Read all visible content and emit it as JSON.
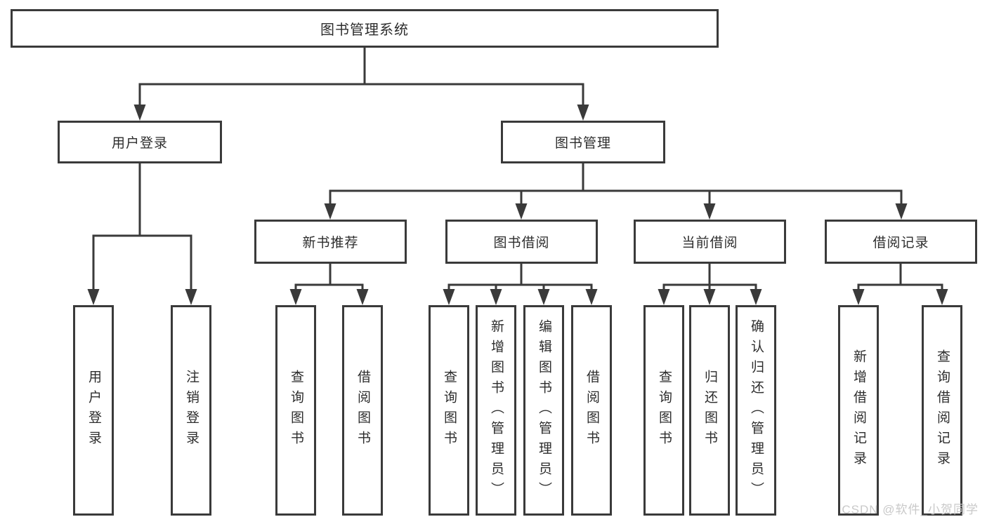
{
  "diagram_title": "图书管理系统",
  "tree": {
    "root": {
      "label": "图书管理系统",
      "children": [
        {
          "label": "用户登录",
          "children": [
            {
              "label": "用户登录"
            },
            {
              "label": "注销登录"
            }
          ]
        },
        {
          "label": "图书管理",
          "children": [
            {
              "label": "新书推荐",
              "children": [
                {
                  "label": "查询图书"
                },
                {
                  "label": "借阅图书"
                }
              ]
            },
            {
              "label": "图书借阅",
              "children": [
                {
                  "label": "查询图书"
                },
                {
                  "label": "新增图书（管理员）"
                },
                {
                  "label": "编辑图书（管理员）"
                },
                {
                  "label": "借阅图书"
                }
              ]
            },
            {
              "label": "当前借阅",
              "children": [
                {
                  "label": "查询图书"
                },
                {
                  "label": "归还图书"
                },
                {
                  "label": "确认归还（管理员）"
                }
              ]
            },
            {
              "label": "借阅记录",
              "children": [
                {
                  "label": "新增借阅记录"
                },
                {
                  "label": "查询借阅记录"
                }
              ]
            }
          ]
        }
      ]
    }
  },
  "watermark": {
    "text": "CSDN @软件_小贺同学"
  },
  "colors": {
    "line": "#3a3a3a",
    "box_border": "#3a3a3a",
    "text": "#2d2d2d",
    "watermark": "#c6c6c6",
    "background": "#ffffff"
  }
}
